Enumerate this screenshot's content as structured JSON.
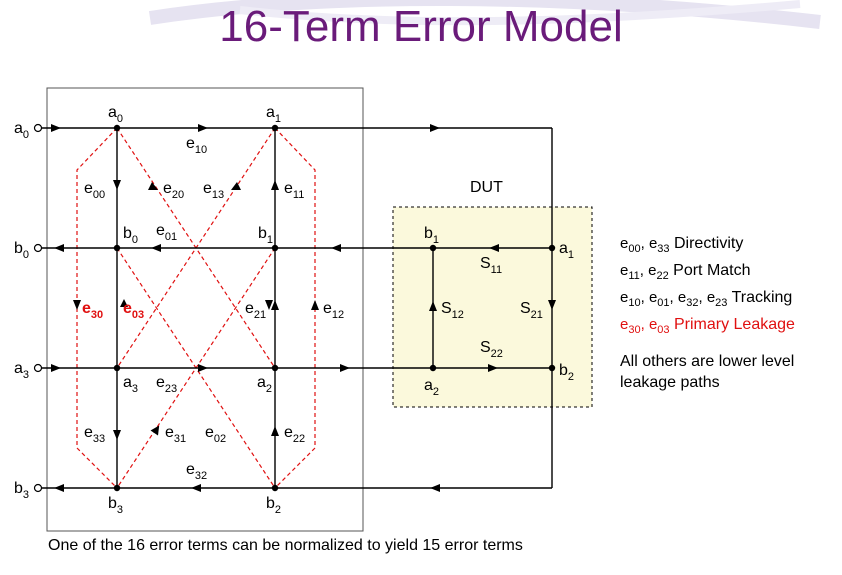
{
  "title": "16-Term Error Model",
  "diagram": {
    "port_labels": {
      "a0": [
        "a",
        "0"
      ],
      "b0": [
        "b",
        "0"
      ],
      "a3": [
        "a",
        "3"
      ],
      "b3": [
        "b",
        "3"
      ]
    },
    "node_labels": {
      "top_a0": [
        "a",
        "0"
      ],
      "top_a1": [
        "a",
        "1"
      ],
      "b0": [
        "b",
        "0"
      ],
      "b1": [
        "b",
        "1"
      ],
      "a3": [
        "a",
        "3"
      ],
      "a2": [
        "a",
        "2"
      ],
      "bot_b3": [
        "b",
        "3"
      ],
      "bot_b2": [
        "b",
        "2"
      ]
    },
    "terms": {
      "e10": [
        "e",
        "10"
      ],
      "e00": [
        "e",
        "00"
      ],
      "e20": [
        "e",
        "20"
      ],
      "e13": [
        "e",
        "13"
      ],
      "e11": [
        "e",
        "11"
      ],
      "e01": [
        "e",
        "01"
      ],
      "e30": [
        "e",
        "30"
      ],
      "e03": [
        "e",
        "03"
      ],
      "e21": [
        "e",
        "21"
      ],
      "e12": [
        "e",
        "12"
      ],
      "e23": [
        "e",
        "23"
      ],
      "e33": [
        "e",
        "33"
      ],
      "e31": [
        "e",
        "31"
      ],
      "e02": [
        "e",
        "02"
      ],
      "e22": [
        "e",
        "22"
      ],
      "e32": [
        "e",
        "32"
      ]
    },
    "dut": {
      "label": "DUT",
      "nodes": {
        "b1": [
          "b",
          "1"
        ],
        "a1": [
          "a",
          "1"
        ],
        "a2": [
          "a",
          "2"
        ],
        "b2": [
          "b",
          "2"
        ]
      },
      "s": {
        "S11": [
          "S",
          "11"
        ],
        "S12": [
          "S",
          "12"
        ],
        "S21": [
          "S",
          "21"
        ],
        "S22": [
          "S",
          "22"
        ]
      }
    },
    "colors": {
      "line": "#000000",
      "leak": "#e01010",
      "dut_fill": "#fbf9dc",
      "title": "#6a1b7a"
    }
  },
  "legend": {
    "rows": [
      {
        "terms": [
          [
            "e",
            "00"
          ],
          [
            "e",
            "33"
          ]
        ],
        "label": "Directivity",
        "red": false
      },
      {
        "terms": [
          [
            "e",
            "11"
          ],
          [
            "e",
            "22"
          ]
        ],
        "label": "Port Match",
        "red": false
      },
      {
        "terms": [
          [
            "e",
            "10"
          ],
          [
            "e",
            "01"
          ],
          [
            "e",
            "32"
          ],
          [
            "e",
            "23"
          ]
        ],
        "label": "Tracking",
        "red": false
      },
      {
        "terms": [
          [
            "e",
            "30"
          ],
          [
            "e",
            "03"
          ]
        ],
        "label": "Primary Leakage",
        "red": true
      }
    ],
    "note_line1": "All others are lower level",
    "note_line2": "leakage paths"
  },
  "caption": "One of the 16 error terms can be normalized to yield 15 error terms"
}
